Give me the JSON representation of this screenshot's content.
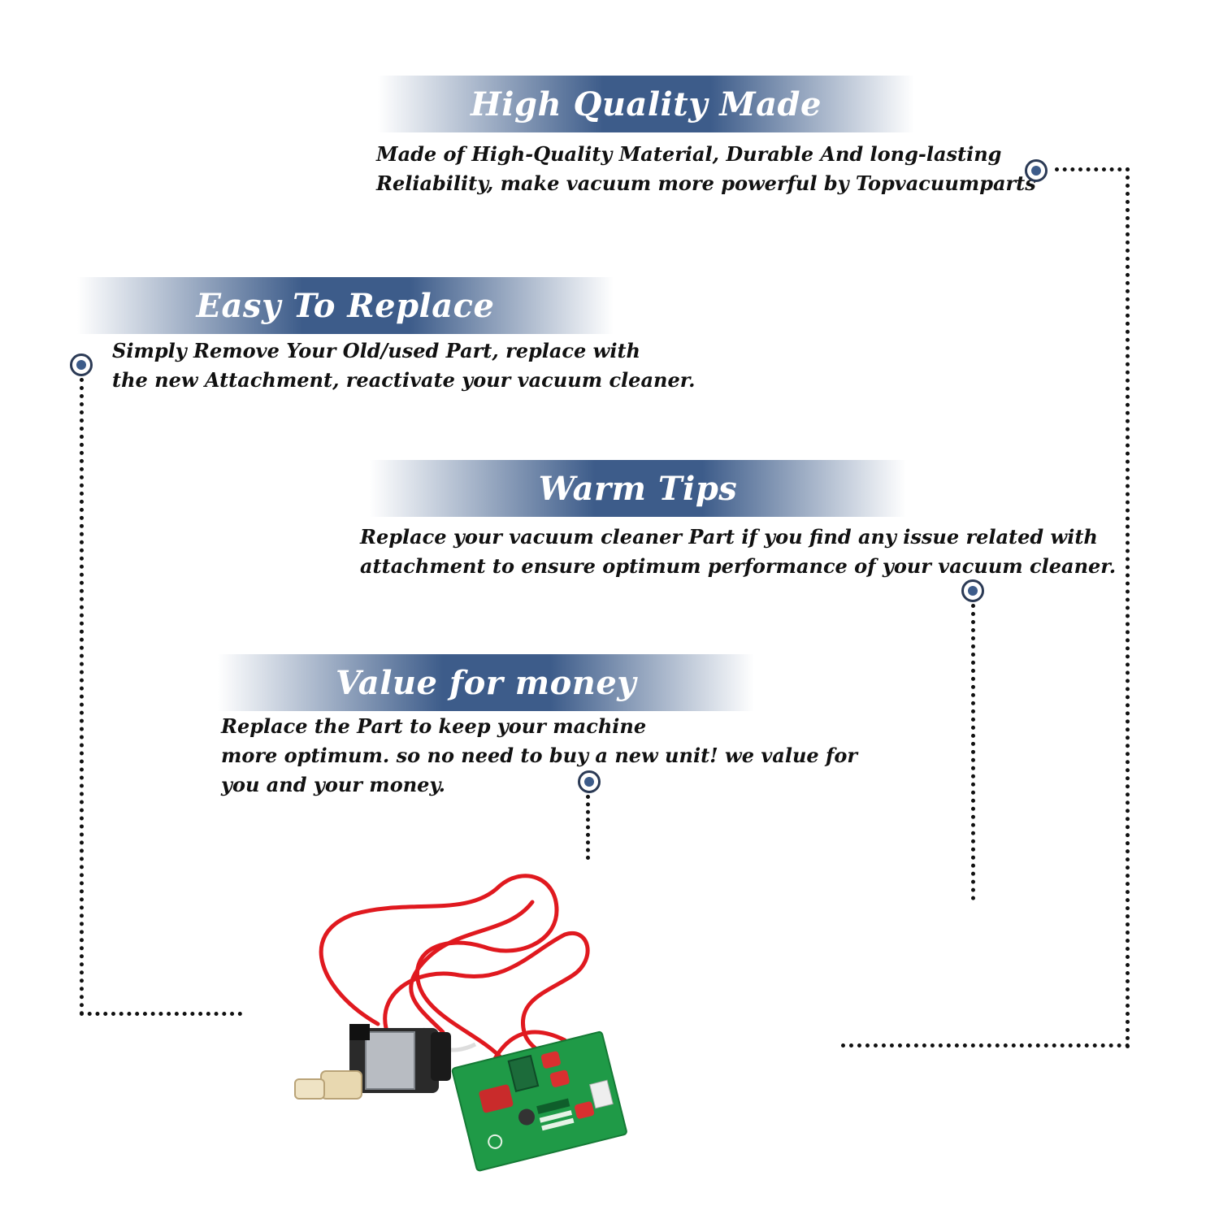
{
  "sections": [
    {
      "title": "High Quality Made",
      "lines": [
        "Made of  High-Quality Material, Durable And long-lasting",
        "Reliability, make vacuum more powerful by Topvacuumparts"
      ]
    },
    {
      "title": "Easy To Replace",
      "lines": [
        "Simply Remove Your Old/used Part, replace with",
        "the new Attachment, reactivate your vacuum cleaner."
      ]
    },
    {
      "title": "Warm Tips",
      "lines": [
        "Replace your vacuum cleaner Part if you find any issue related with",
        " attachment to ensure optimum performance of your vacuum cleaner."
      ]
    },
    {
      "title": "Value for money",
      "lines": [
        "Replace the Part to keep your machine",
        "more optimum. so no need to buy a new unit! we value for",
        "you and your money."
      ]
    }
  ],
  "colors": {
    "banner": "#3d5c8a",
    "marker": "#3d5c8a",
    "text": "#111111",
    "wire": "#e0191f",
    "pcb": "#1f9a47"
  }
}
